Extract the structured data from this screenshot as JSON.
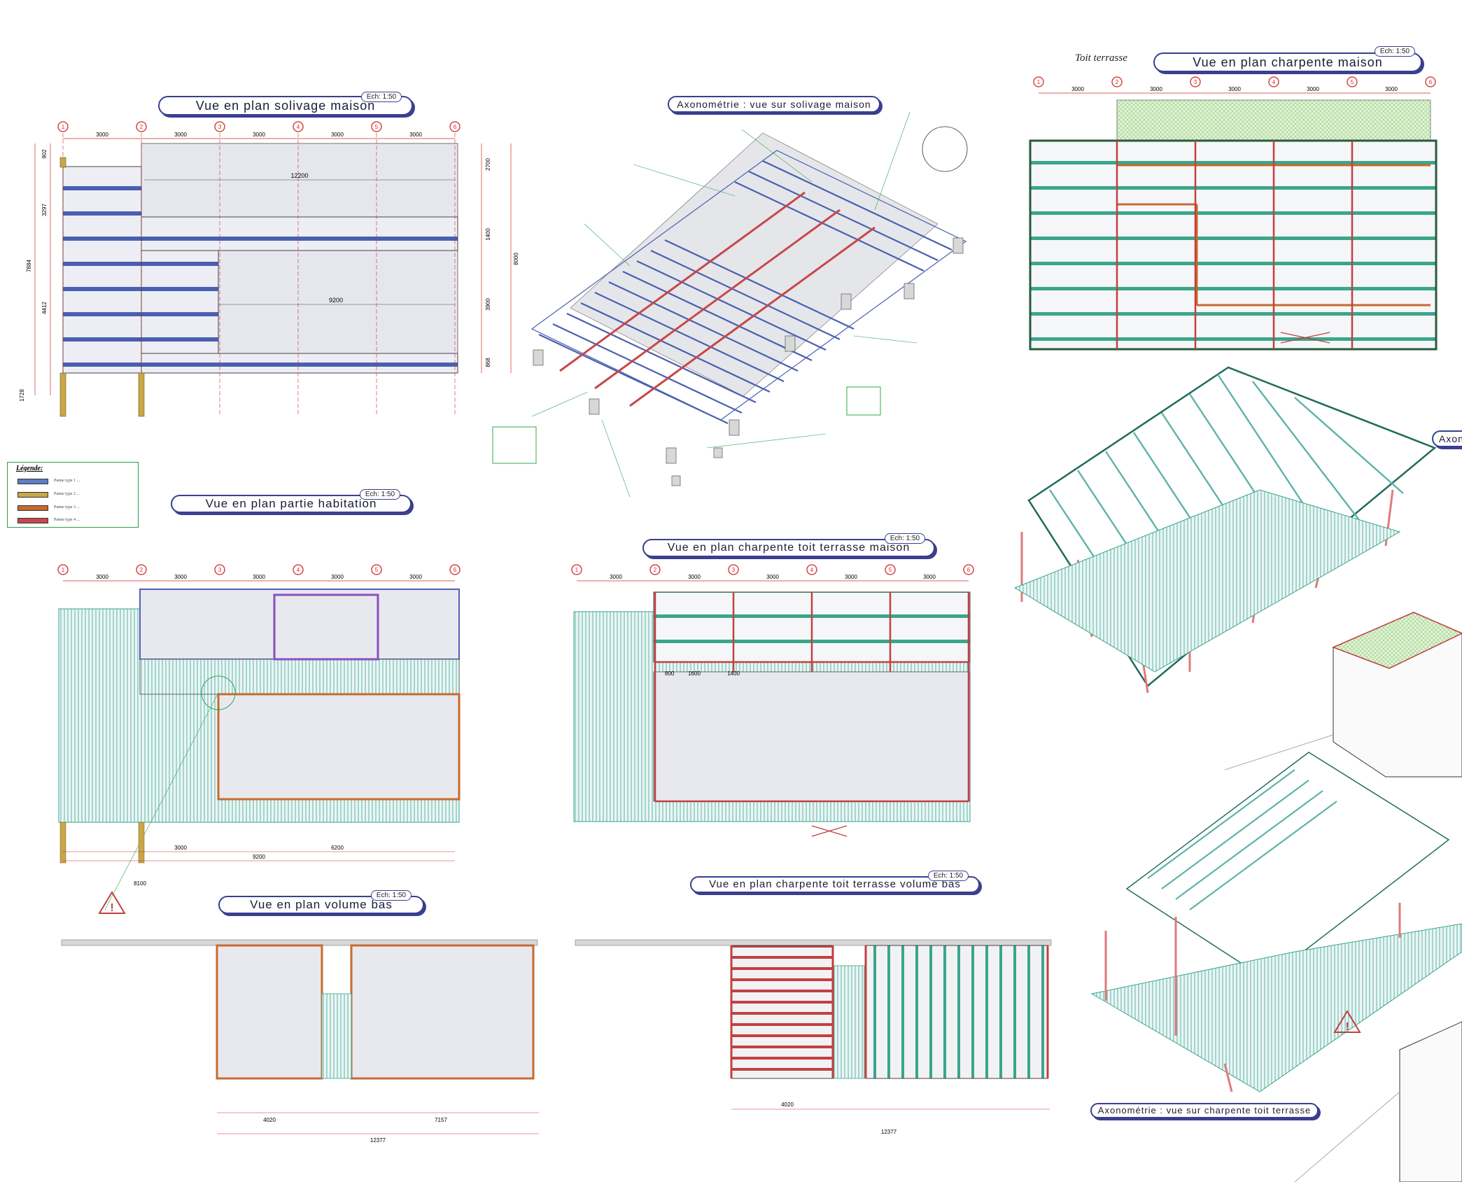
{
  "titles": {
    "solivage": "Vue en plan solivage maison",
    "axo_solivage": "Axonométrie : vue sur solivage maison",
    "charpente_maison": "Vue en plan charpente maison",
    "habitation": "Vue en plan partie habitation",
    "charpente_terrasse": "Vue en plan charpente toit terrasse maison",
    "volume_bas": "Vue en plan volume bas",
    "charpente_volume_bas": "Vue en plan charpente toit terrasse volume bas",
    "axo_charpente": "Axonométrie : vue sur charpente toit terrasse",
    "axo_cut": "Axon"
  },
  "scale": "Ech: 1:50",
  "toit_terrasse": "Toit terrasse",
  "legend": {
    "title": "Légende:",
    "items": [
      {
        "label": "Panne type 1 ...",
        "color": "#5b7fc7"
      },
      {
        "label": "Panne type 2 ...",
        "color": "#c9a646"
      },
      {
        "label": "Panne type 3 ...",
        "color": "#c86a2e"
      },
      {
        "label": "Panne type 4 ...",
        "color": "#c7484a"
      }
    ]
  },
  "axes": [
    "1",
    "2",
    "3",
    "4",
    "5",
    "6"
  ],
  "dims": {
    "spacing": "3000",
    "total_12200": "12200",
    "d_9200": "9200",
    "d_7884": "7884",
    "d_3297": "3297",
    "d_4412": "4412",
    "d_902": "902",
    "d_1728": "1728",
    "d_8000": "8000",
    "d_2700": "2700",
    "d_3900": "3900",
    "d_1400": "1400",
    "d_868": "868",
    "d_9200_b": "9200",
    "d_3000": "3000",
    "d_6200": "6200",
    "d_8100": "8100",
    "d_12377": "12377",
    "d_4020": "4020",
    "d_7157": "7157",
    "d_1600": "1600",
    "d_800": "800",
    "d_1400b": "1400"
  },
  "warning": "!",
  "colors": {
    "dim_red": "#d22a2a",
    "joist_green": "#3aa68a",
    "beam_red": "#c24040",
    "frame_blue": "#3a3f8f",
    "leader_green": "#2fa84f",
    "roof_grid": "#9bd38a",
    "deck": "#7fc7c0"
  }
}
